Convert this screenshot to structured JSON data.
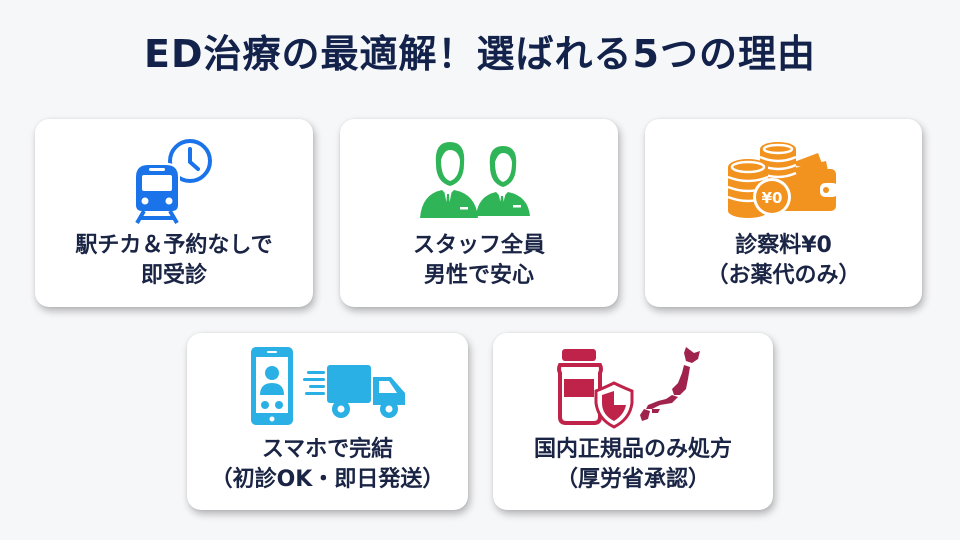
{
  "title": "ED治療の最適解！選ばれる5つの理由",
  "colors": {
    "title": "#13224a",
    "text": "#1a2444",
    "blue": "#1a73e8",
    "green": "#2fb457",
    "orange": "#f2921f",
    "cyan": "#2ab0e4",
    "crimson": "#c0234a"
  },
  "cards": [
    {
      "icon": "train-clock-icon",
      "line1": "駅チカ＆予約なしで",
      "line2": "即受診"
    },
    {
      "icon": "staff-men-icon",
      "line1": "スタッフ全員",
      "line2": "男性で安心"
    },
    {
      "icon": "coins-wallet-icon",
      "line1": "診察料¥0",
      "line2": "（お薬代のみ）",
      "icon_text": "¥0"
    },
    {
      "icon": "smartphone-truck-icon",
      "line1": "スマホで完結",
      "line2": "（初診OK・即日発送）"
    },
    {
      "icon": "medicine-japan-icon",
      "line1": "国内正規品のみ処方",
      "line2": "（厚労省承認）"
    }
  ]
}
